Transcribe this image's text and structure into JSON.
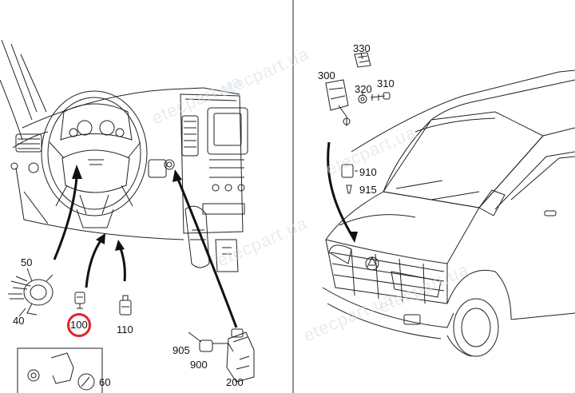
{
  "watermark": {
    "text": "etecpart.ua"
  },
  "labels": {
    "p50": "50",
    "p40": "40",
    "p100": "100",
    "p110": "110",
    "p60": "60",
    "p905": "905",
    "p900": "900",
    "p200": "200",
    "p330": "330",
    "p300": "300",
    "p320": "320",
    "p310": "310",
    "p910": "910",
    "p915": "915"
  },
  "highlight": {
    "part": "100",
    "color": "#e0242c"
  }
}
